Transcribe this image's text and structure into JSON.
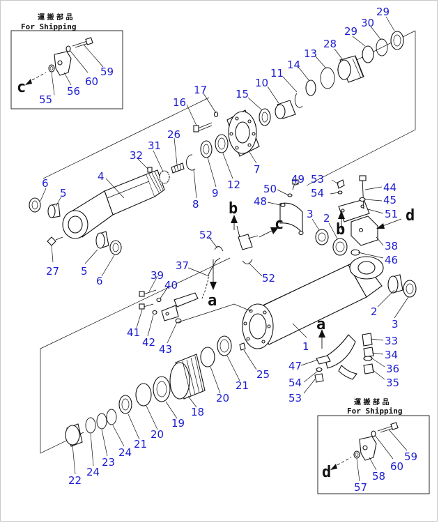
{
  "shipping": {
    "jp_label": "運 搬 部 品",
    "en_label": "For Shipping"
  },
  "refs": {
    "a": "a",
    "b": "b",
    "c": "c",
    "d": "d"
  },
  "labels": [
    "1",
    "2",
    "2",
    "3",
    "3",
    "4",
    "5",
    "5",
    "6",
    "6",
    "7",
    "8",
    "9",
    "10",
    "11",
    "12",
    "13",
    "14",
    "15",
    "16",
    "17",
    "18",
    "19",
    "20",
    "20",
    "21",
    "21",
    "22",
    "23",
    "24",
    "24",
    "25",
    "26",
    "27",
    "28",
    "29",
    "29",
    "30",
    "31",
    "32",
    "33",
    "34",
    "35",
    "36",
    "37",
    "38",
    "39",
    "40",
    "41",
    "42",
    "43",
    "44",
    "45",
    "46",
    "47",
    "48",
    "49",
    "50",
    "51",
    "52",
    "52",
    "53",
    "53",
    "54",
    "54",
    "55",
    "56",
    "57",
    "58",
    "59",
    "59",
    "60",
    "60"
  ],
  "colors": {
    "label": "#1c1cd0",
    "line": "#111111",
    "background": "#ffffff",
    "frame": "#c8c8c8"
  }
}
